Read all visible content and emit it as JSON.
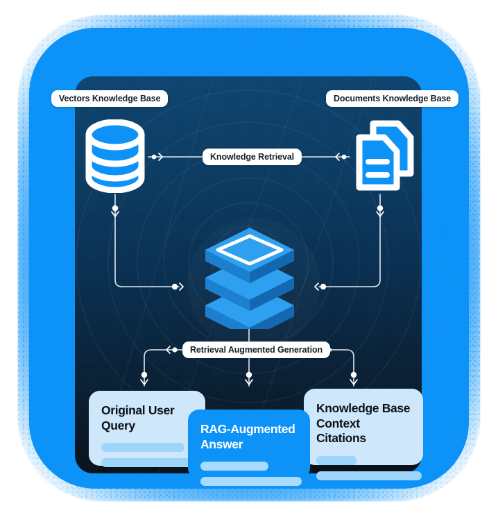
{
  "diagram": {
    "title": "Retrieval Augmented Generation architecture",
    "colors": {
      "accent_blue": "#0d92f7",
      "panel_top": "#0e4570",
      "panel_bottom": "#090f18",
      "card_light": "#cfe7fb",
      "card_bar": "#9ed5fb",
      "wire": "#dfe9f2",
      "icon_outline": "#ffffff"
    },
    "labels": {
      "vectors_kb": "Vectors Knowledge Base",
      "documents_kb": "Documents Knowledge Base",
      "knowledge_retrieval": "Knowledge Retrieval",
      "rag": "Retrieval Augmented Generation"
    },
    "icons": {
      "vectors": "database-cylinder-icon",
      "documents": "documents-stack-icon",
      "engine": "layered-cube-icon"
    },
    "cards": [
      {
        "id": "original-user-query",
        "title": "Original User Query",
        "bars": 2
      },
      {
        "id": "rag-augmented-answer",
        "title": "RAG-Augmented Answer",
        "bars": 2
      },
      {
        "id": "knowledge-base-citations",
        "title": "Knowledge Base Context Citations",
        "bars": 2
      }
    ]
  }
}
